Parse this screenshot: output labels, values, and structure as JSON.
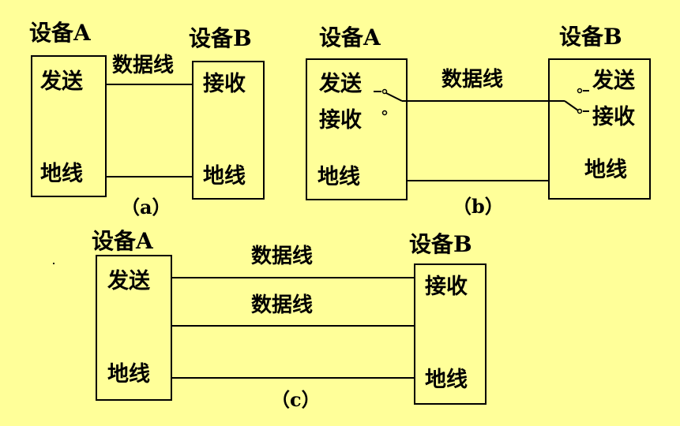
{
  "device_a": "设备A",
  "device_b": "设备B",
  "send": "发送",
  "receive": "接收",
  "ground": "地线",
  "data_line": "数据线",
  "captions": {
    "a": "（a）",
    "b": "（b）",
    "c": "（c）"
  },
  "colors": {
    "background": "#ffff99",
    "line": "#000000"
  }
}
